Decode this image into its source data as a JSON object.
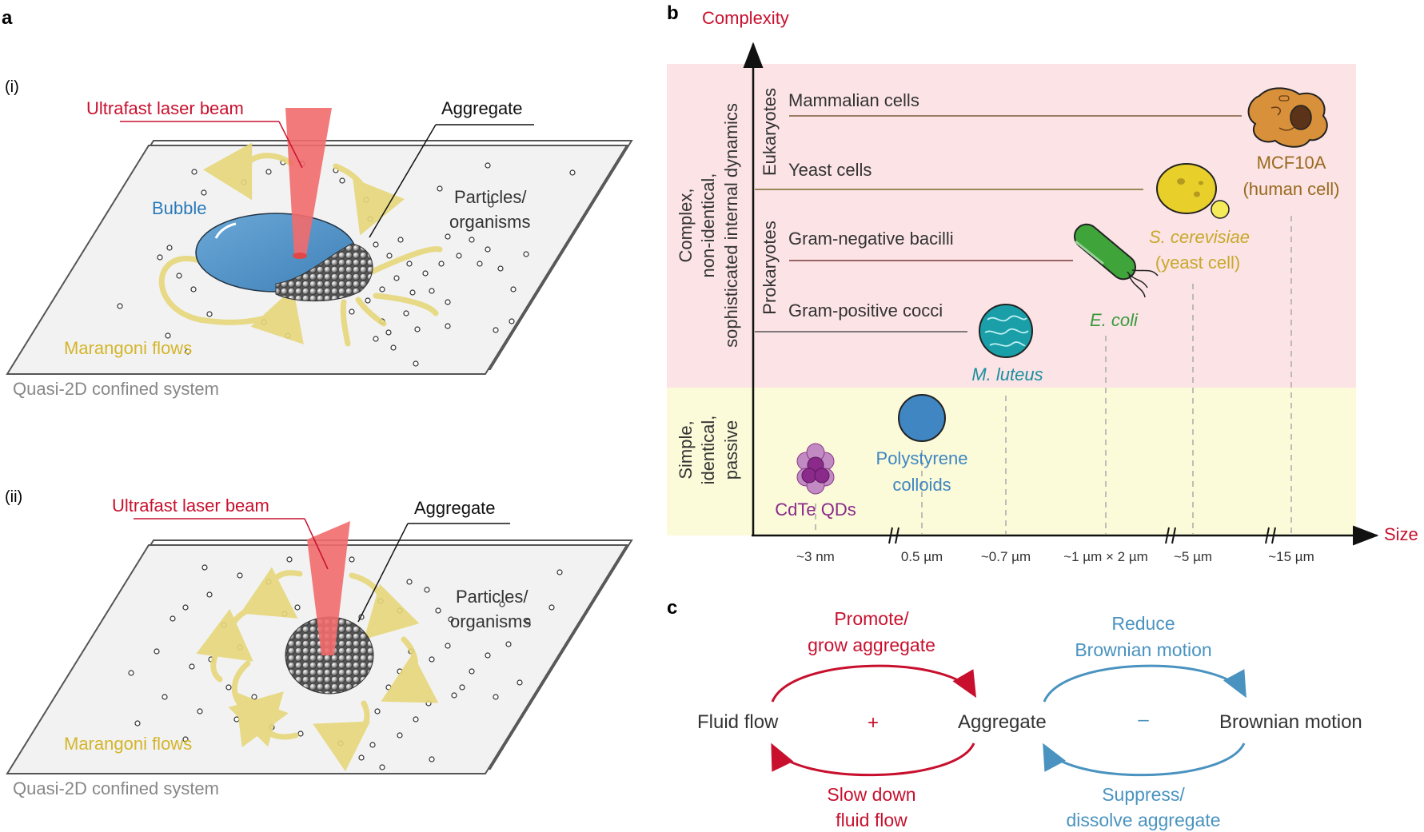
{
  "panel_a": {
    "label": "a",
    "sub_i": {
      "label": "(i)",
      "laser": "Ultrafast laser beam",
      "aggregate": "Aggregate",
      "bubble": "Bubble",
      "particles_line1": "Particles/",
      "particles_line2": "organisms",
      "marangoni": "Marangoni flows",
      "system": "Quasi-2D confined system"
    },
    "sub_ii": {
      "label": "(ii)",
      "laser": "Ultrafast laser beam",
      "aggregate": "Aggregate",
      "particles_line1": "Particles/",
      "particles_line2": "organisms",
      "marangoni": "Marangoni flows",
      "system": "Quasi-2D confined system"
    }
  },
  "panel_b": {
    "label": "b",
    "y_axis": "Complexity",
    "x_axis": "Size",
    "region_complex": [
      "Complex,",
      "non-identical,",
      "sophisticated internal dynamics"
    ],
    "region_simple": [
      "Simple,",
      "identical,",
      "passive"
    ],
    "eukaryotes": "Eukaryotes",
    "prokaryotes": "Prokaryotes",
    "rows": [
      "Mammalian cells",
      "Yeast cells",
      "Gram-negative bacilli",
      "Gram-positive cocci"
    ],
    "objects": {
      "mcf10a": [
        "MCF10A",
        "(human cell)"
      ],
      "yeast": [
        "S. cerevisiae",
        "(yeast cell)"
      ],
      "ecoli": "E. coli",
      "mluteus": "M. luteus",
      "ps": [
        "Polystyrene",
        "colloids"
      ],
      "qd": "CdTe QDs"
    },
    "ticks": [
      "~3 nm",
      "0.5 µm",
      "~0.7 µm",
      "~1 µm × 2 µm",
      "~5 µm",
      "~15 µm"
    ]
  },
  "panel_c": {
    "label": "c",
    "fluid_flow": "Fluid flow",
    "aggregate": "Aggregate",
    "brownian": "Brownian motion",
    "plus": "+",
    "minus": "–",
    "promote": [
      "Promote/",
      "grow aggregate"
    ],
    "slow": [
      "Slow down",
      "fluid flow"
    ],
    "reduce": [
      "Reduce",
      "Brownian motion"
    ],
    "suppress": [
      "Suppress/",
      "dissolve aggregate"
    ]
  },
  "colors": {
    "red": "#c8102e",
    "blue": "#4a93c0",
    "yellow_flow": "#e6d77a",
    "pink_region": "#fbe3e6",
    "yellow_region": "#fbfad9"
  }
}
